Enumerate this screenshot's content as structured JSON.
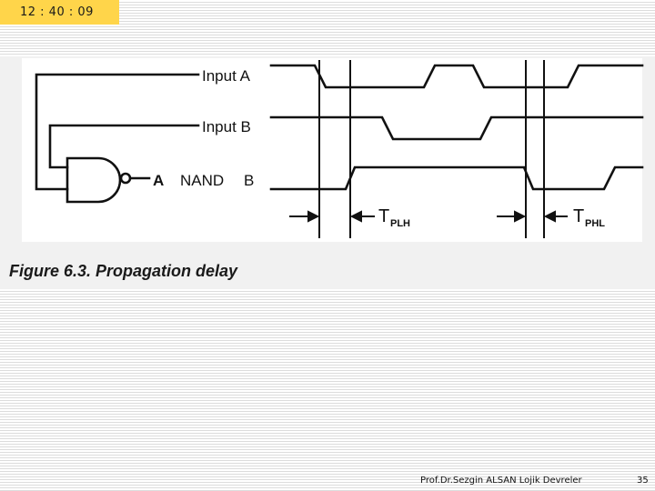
{
  "clock": {
    "time": "12 : 40 : 09"
  },
  "diagram": {
    "signal_labels": {
      "input_a": "Input A",
      "input_b": "Input B",
      "output_a": "A",
      "output_nand": "NAND",
      "output_b": "B"
    },
    "delay_labels": {
      "tplh_main": "T",
      "tplh_sub": "PLH",
      "tphl_main": "T",
      "tphl_sub": "PHL"
    }
  },
  "caption": "Figure 6.3. Propagation delay",
  "footer": {
    "author": "Prof.Dr.Sezgin ALSAN   Lojik Devreler",
    "page": "35"
  }
}
